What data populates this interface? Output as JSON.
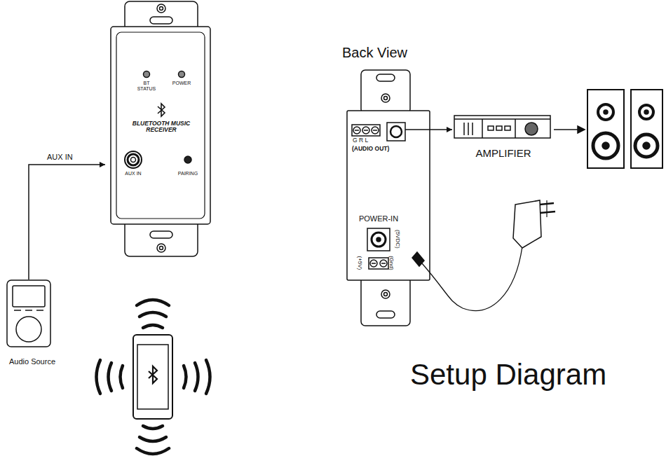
{
  "diagram": {
    "title": "Setup Diagram",
    "nodes": [
      {
        "text": [
          "BT STATUS",
          "POWER",
          "BLUETOOTH MUSIC RECEIVER",
          "AUX IN",
          "PAIRING"
        ]
      },
      {
        "text": [
          "Audio Source"
        ]
      },
      {
        "text": [
          "Back View",
          "G R L",
          "(AUDIO OUT)",
          "POWER-IN",
          "(5VDC)",
          "(+5V)",
          "(Gnd)"
        ]
      },
      {
        "text": [
          "AMPLIFIER"
        ]
      }
    ],
    "edges": [
      {
        "from": 1,
        "to": 0,
        "arrow": "to",
        "label": "AUX IN"
      },
      {
        "from": 2,
        "to": 3,
        "arrow": "to"
      }
    ]
  }
}
